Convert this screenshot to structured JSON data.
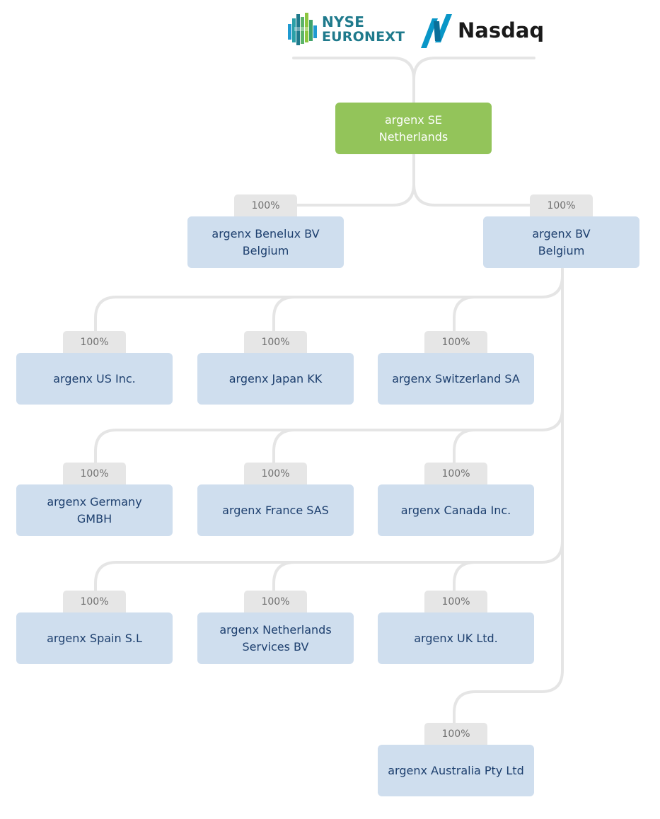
{
  "exchanges": {
    "nyse": {
      "line1": "NYSE",
      "line2": "EURONEXT",
      "tm": "™"
    },
    "nasdaq": {
      "label": "Nasdaq"
    }
  },
  "parent": {
    "label": "argenx SE\nNetherlands"
  },
  "level1": [
    {
      "label": "argenx Benelux BV\nBelgium",
      "pct": "100%"
    },
    {
      "label": "argenx BV\nBelgium",
      "pct": "100%"
    }
  ],
  "subsidiaries": [
    {
      "label": "argenx US Inc.",
      "pct": "100%"
    },
    {
      "label": "argenx Japan KK",
      "pct": "100%"
    },
    {
      "label": "argenx Switzerland SA",
      "pct": "100%"
    },
    {
      "label": "argenx Germany\nGMBH",
      "pct": "100%"
    },
    {
      "label": "argenx France SAS",
      "pct": "100%"
    },
    {
      "label": "argenx Canada Inc.",
      "pct": "100%"
    },
    {
      "label": "argenx Spain S.L",
      "pct": "100%"
    },
    {
      "label": "argenx Netherlands\nServices BV",
      "pct": "100%"
    },
    {
      "label": "argenx UK Ltd.",
      "pct": "100%"
    },
    {
      "label": "argenx Australia Pty Ltd",
      "pct": "100%"
    }
  ],
  "colors": {
    "parent_box": "#93c45a",
    "entity_box": "#cfdeee",
    "entity_text": "#1d3f6e",
    "ownership_tab": "#e6e6e6",
    "connector": "#e5e5e5",
    "nyse_teal": "#1f7a8c",
    "nasdaq_blue": "#0996c7"
  }
}
